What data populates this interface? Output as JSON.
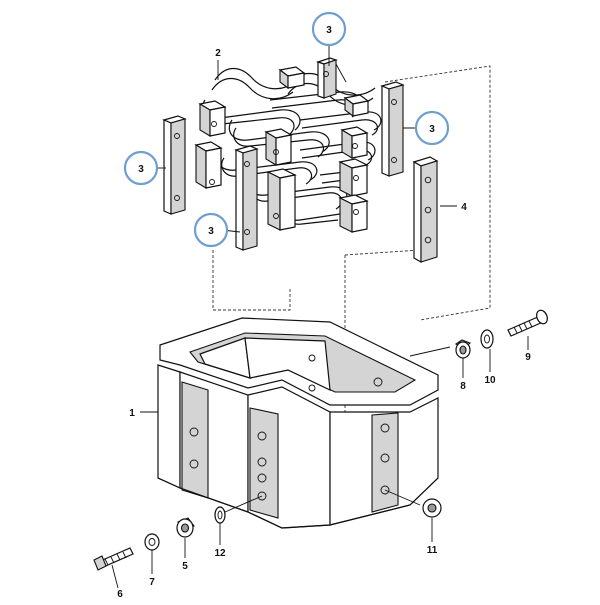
{
  "callouts": {
    "c1": "1",
    "c2": "2",
    "c3a": "3",
    "c3b": "3",
    "c3c": "3",
    "c3d": "3",
    "c4": "4",
    "c5": "5",
    "c6": "6",
    "c7": "7",
    "c8": "8",
    "c9": "9",
    "c10": "10",
    "c11": "11",
    "c12": "12"
  },
  "colors": {
    "highlight_ring": "#6f9fcf",
    "line": "#111111",
    "shade": "#d4d4d4"
  }
}
